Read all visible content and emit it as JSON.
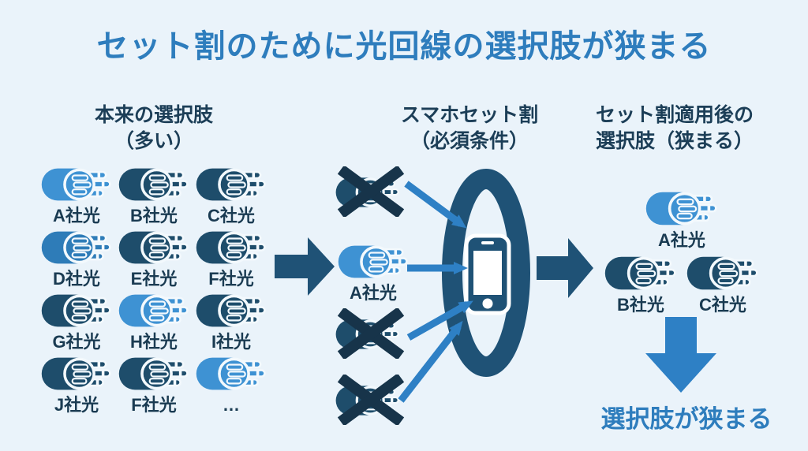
{
  "page": {
    "title": "セット割のために光回線の選択肢が狭まる",
    "background": "#eaf3fa",
    "title_color": "#2e7dbd"
  },
  "colors": {
    "heading_text": "#1c3e57",
    "label_text": "#1a3b52",
    "cable_dark": "#1e4d6b",
    "cable_light": "#3e92d3",
    "cable_medium": "#2e7cb8",
    "x_mark": "#17344a",
    "flow_arrow_dark": "#1f5276",
    "pointer_arrow_blue": "#2e80c5",
    "conclusion_text": "#2e7dbd"
  },
  "icons": {
    "cable": "fiber-cable-icon",
    "cross": "x-mark-icon",
    "phone": "smartphone-icon",
    "ring": "highlight-ring-icon",
    "flow_arrow": "flow-arrow-icon",
    "down_arrow": "down-arrow-icon",
    "pointer_arrows": "pointer-arrows-icon"
  },
  "left_column": {
    "heading_line1": "本来の選択肢",
    "heading_line2": "（多い）",
    "items": [
      {
        "label": "A社光",
        "variant": "light"
      },
      {
        "label": "B社光",
        "variant": "dark"
      },
      {
        "label": "C社光",
        "variant": "dark"
      },
      {
        "label": "D社光",
        "variant": "medium"
      },
      {
        "label": "E社光",
        "variant": "dark"
      },
      {
        "label": "F社光",
        "variant": "dark"
      },
      {
        "label": "G社光",
        "variant": "dark"
      },
      {
        "label": "H社光",
        "variant": "light"
      },
      {
        "label": "I社光",
        "variant": "dark"
      },
      {
        "label": "J社光",
        "variant": "dark"
      },
      {
        "label": "F社光",
        "variant": "dark"
      },
      {
        "label": "…",
        "variant": "light"
      }
    ]
  },
  "middle_column": {
    "heading_line1": "スマホセット割",
    "heading_line2": "（必須条件）",
    "items": [
      {
        "label": "",
        "variant": "dark",
        "crossed": true
      },
      {
        "label": "A社光",
        "variant": "light",
        "crossed": false
      },
      {
        "label": "",
        "variant": "dark",
        "crossed": true
      },
      {
        "label": "",
        "variant": "dark",
        "crossed": true
      }
    ]
  },
  "right_column": {
    "heading_line1": "セット割適用後の",
    "heading_line2": "選択肢（狭まる）",
    "items": [
      {
        "label": "A社光",
        "variant": "light"
      },
      {
        "label": "B社光",
        "variant": "dark"
      },
      {
        "label": "C社光",
        "variant": "dark"
      }
    ],
    "conclusion": "選択肢が狭まる"
  }
}
